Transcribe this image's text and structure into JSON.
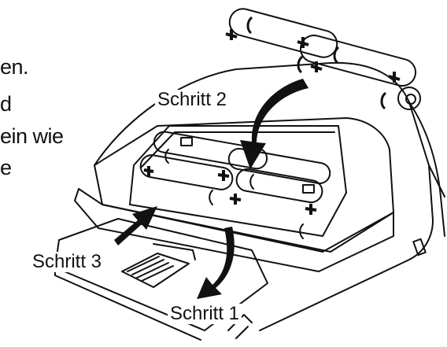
{
  "left_text_fragments": [
    "en.",
    "d",
    "ein wie",
    "e"
  ],
  "steps": {
    "step1": "Schritt 1",
    "step2": "Schritt 2",
    "step3": "Schritt 3"
  },
  "colors": {
    "line": "#111111",
    "paper": "#ffffff"
  },
  "icons": {
    "battery": "aa-battery",
    "arrow": "curved-arrow",
    "plus": "plus-sign"
  }
}
